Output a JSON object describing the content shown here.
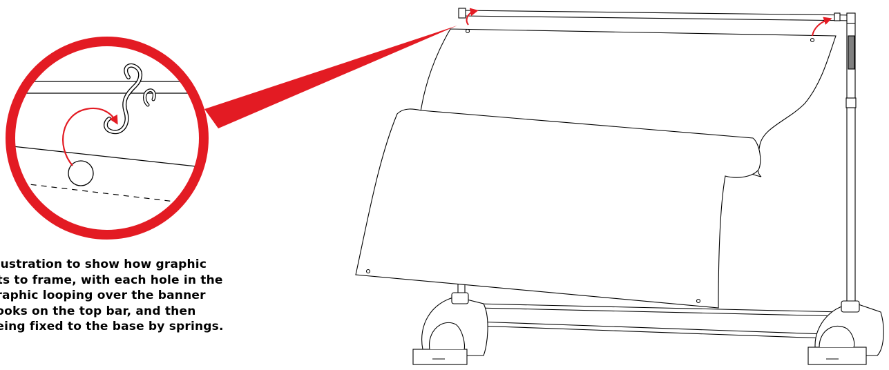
{
  "caption": {
    "lines": [
      "Illustration to show how graphic",
      "fits to frame, with each hole in the",
      "graphic looping over the banner",
      "hooks on the top bar, and then",
      "being fixed to the base by springs."
    ]
  },
  "colors": {
    "accent": "#e31b23",
    "line": "#000000",
    "background": "#ffffff",
    "grip": "#808080"
  }
}
